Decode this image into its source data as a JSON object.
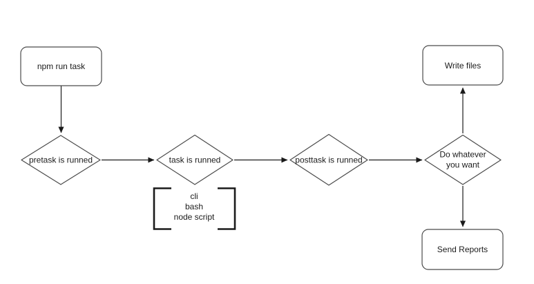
{
  "colors": {
    "background": "#ffffff",
    "shape-stroke": "#4a4a4a",
    "arrow-stroke": "#1a1a1a",
    "bracket-stroke": "#1a1a1a",
    "text-color": "#1a1a1a"
  },
  "nodes": {
    "npm_run_task": {
      "label": "npm run task",
      "shape": "rounded-rect"
    },
    "pretask": {
      "label": "pretask is runned",
      "shape": "diamond"
    },
    "task": {
      "label": "task is runned",
      "shape": "diamond"
    },
    "posttask": {
      "label": "posttask is runned",
      "shape": "diamond"
    },
    "do_whatever": {
      "line1": "Do whatever",
      "line2": "you want",
      "shape": "diamond"
    },
    "write_files": {
      "label": "Write files",
      "shape": "rounded-rect"
    },
    "send_reports": {
      "label": "Send Reports",
      "shape": "rounded-rect"
    }
  },
  "annotation": {
    "lines": [
      "cli",
      "bash",
      "node script"
    ]
  },
  "edges": [
    {
      "from": "npm_run_task",
      "to": "pretask"
    },
    {
      "from": "pretask",
      "to": "task"
    },
    {
      "from": "task",
      "to": "posttask"
    },
    {
      "from": "posttask",
      "to": "do_whatever"
    },
    {
      "from": "do_whatever",
      "to": "write_files"
    },
    {
      "from": "do_whatever",
      "to": "send_reports"
    }
  ]
}
